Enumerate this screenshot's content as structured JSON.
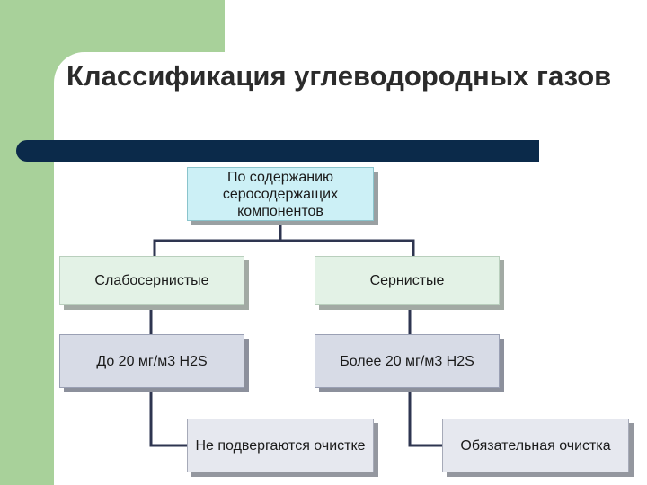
{
  "title": "Классификация углеводородных газов",
  "diagram": {
    "root": "По содержанию серосодержащих компонентов",
    "level1": [
      "Слабосернистые",
      "Сернистые"
    ],
    "level2": [
      "До 20 мг/м3 H2S",
      "Более 20 мг/м3 H2S"
    ],
    "level3": [
      "Не подвергаются очистке",
      "Обязательная очистка"
    ]
  },
  "colors": {
    "accent_green": "#a8d19a",
    "title_bar": "#0b2a4a",
    "connector": "#2e3550",
    "root_fill": "#ccf0f6",
    "level1_fill": "#e3f2e6",
    "level2_fill": "#d7dbe6",
    "level3_fill": "#e6e8ef"
  }
}
